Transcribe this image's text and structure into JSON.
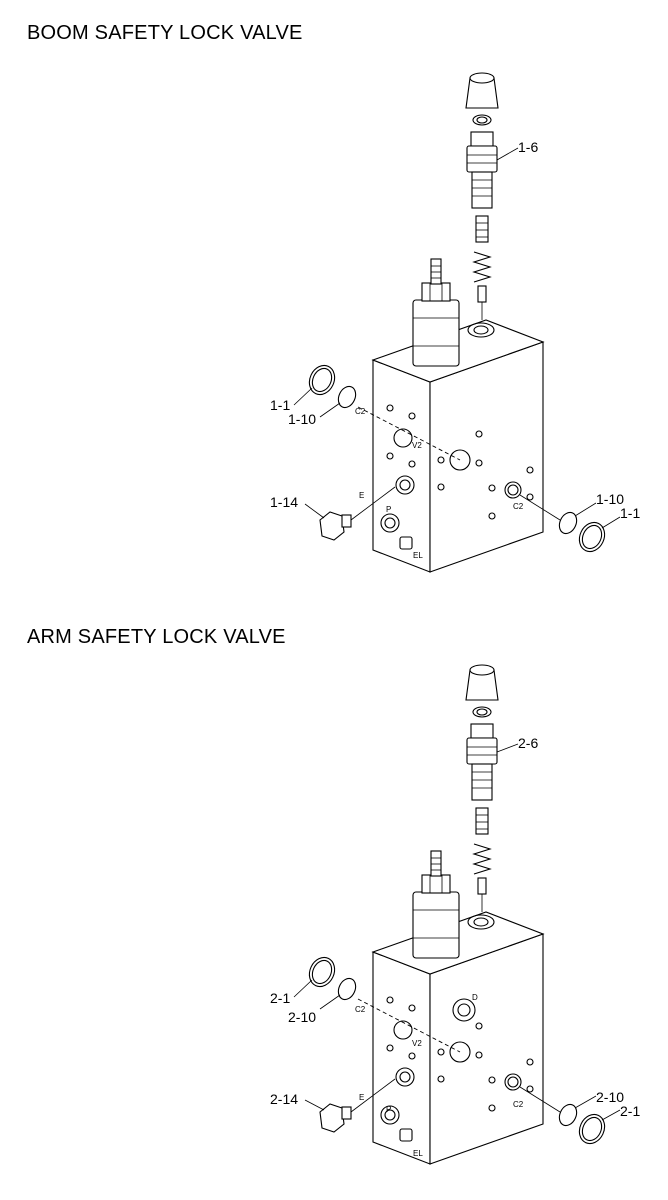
{
  "sections": [
    {
      "title": "BOOM SAFETY LOCK VALVE",
      "callouts": {
        "cartridge": "1-6",
        "oring_left": "1-1",
        "oring_small_left": "1-10",
        "plug": "1-14",
        "oring_small_right": "1-10",
        "oring_right": "1-1"
      },
      "ports": {
        "c2_top": "C2",
        "v2": "V2",
        "e": "E",
        "p": "P",
        "el": "EL",
        "c2_side": "C2"
      }
    },
    {
      "title": "ARM SAFETY LOCK VALVE",
      "callouts": {
        "cartridge": "2-6",
        "oring_left": "2-1",
        "oring_small_left": "2-10",
        "plug": "2-14",
        "oring_small_right": "2-10",
        "oring_right": "2-1"
      },
      "ports": {
        "c2_top": "C2",
        "v2": "V2",
        "e": "E",
        "p": "P",
        "el": "EL",
        "c2_side": "C2",
        "d": "D"
      }
    }
  ]
}
